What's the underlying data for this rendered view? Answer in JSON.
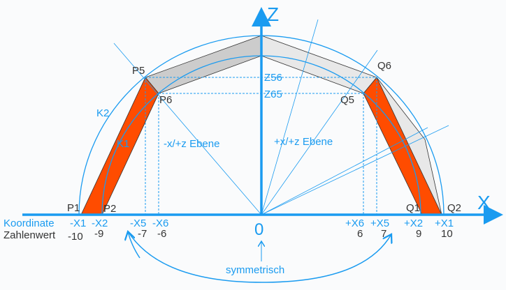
{
  "colors": {
    "axis": "#1a9bf0",
    "orange": "#ff4c00",
    "gray_dark": "#cccccc",
    "gray_light": "#e8e8e8",
    "text": "#333333"
  },
  "axes": {
    "x": "X",
    "z": "Z",
    "origin": "0"
  },
  "points": {
    "p1": "P1",
    "p2": "P2",
    "p5": "P5",
    "p6": "P6",
    "q1": "Q1",
    "q2": "Q2",
    "q5": "Q5",
    "q6": "Q6"
  },
  "circles": {
    "k1": "K1",
    "k2": "K2"
  },
  "z_labels": {
    "z56": "Z56",
    "z65": "Z65"
  },
  "planes": {
    "left": "-x/+z Ebene",
    "right": "+x/+z Ebene"
  },
  "rows": {
    "coord_label": "Koordinate",
    "value_label": "Zahlenwert"
  },
  "coords": {
    "mx1": "-X1",
    "mx2": "-X2",
    "mx5": "-X5",
    "mx6": "-X6",
    "px6": "+X6",
    "px5": "+X5",
    "px2": "+X2",
    "px1": "+X1"
  },
  "values": {
    "mx1": "-10",
    "mx2": "-9",
    "mx5": "-7",
    "mx6": "-6",
    "px6": "6",
    "px5": "7",
    "px2": "9",
    "px1": "10"
  },
  "annotation": "symmetrisch"
}
